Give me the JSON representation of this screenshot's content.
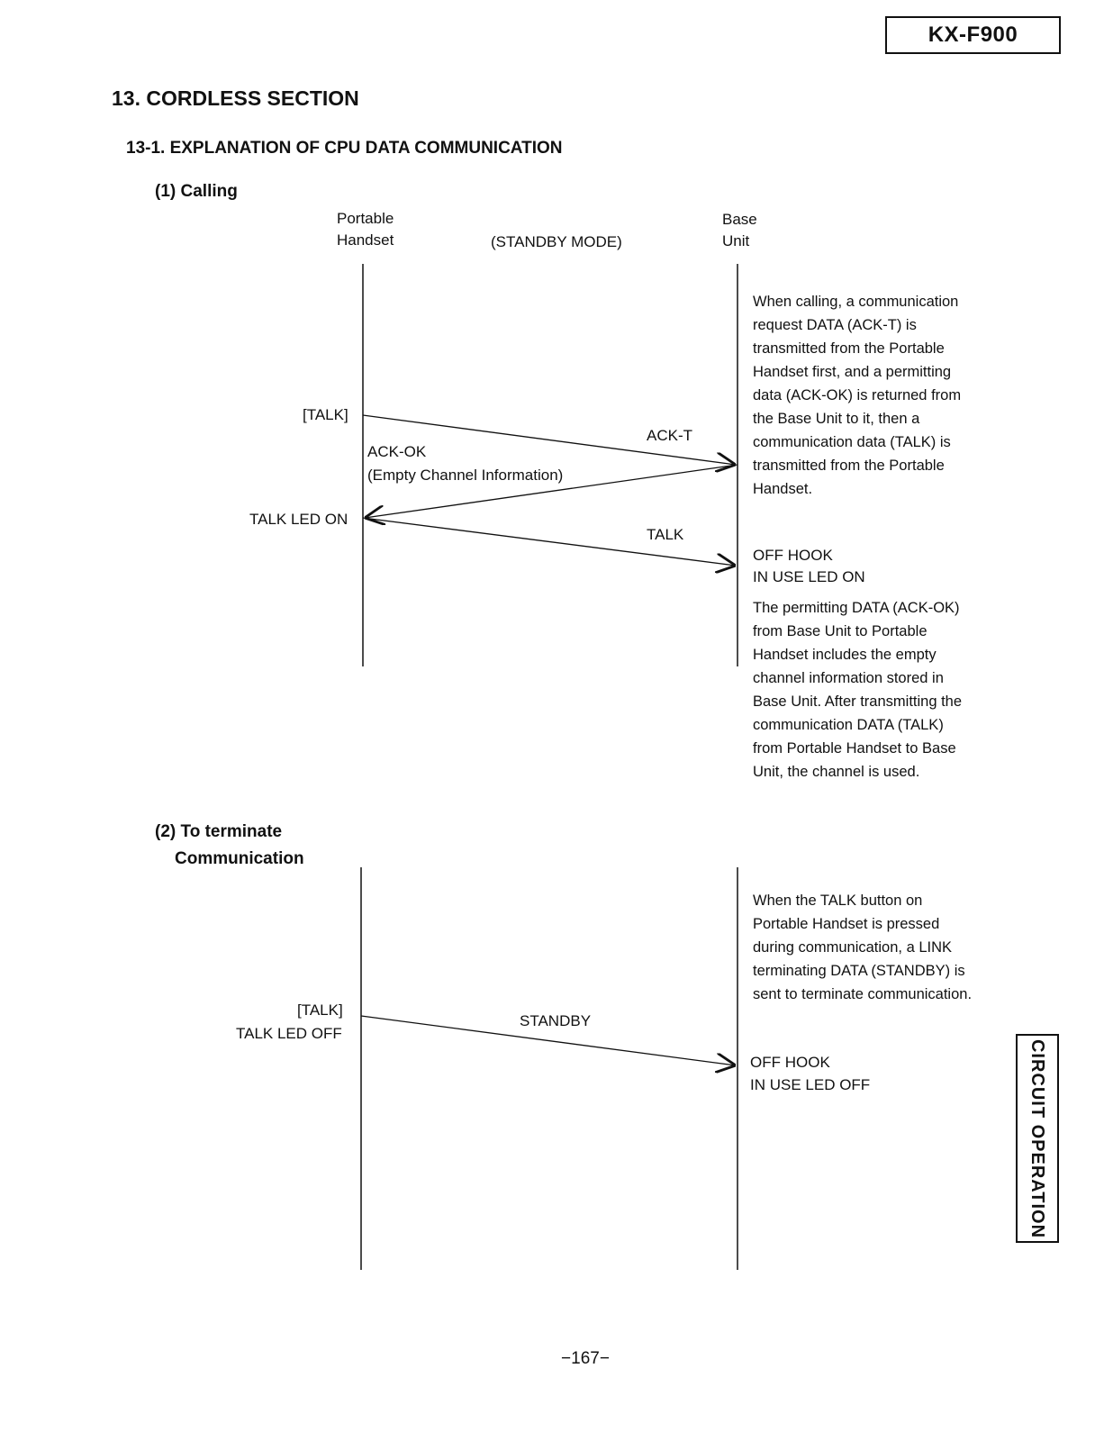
{
  "header": {
    "model": "KX-F900"
  },
  "section_title": "13. CORDLESS SECTION",
  "subsection_title": "13-1. EXPLANATION OF CPU DATA COMMUNICATION",
  "calling": {
    "heading": "(1) Calling",
    "handset_label_1": "Portable",
    "handset_label_2": "Handset",
    "mode_label": "(STANDBY MODE)",
    "base_label_1": "Base",
    "base_label_2": "Unit",
    "talk_key": "[TALK]",
    "ack_t": "ACK-T",
    "ack_ok": "ACK-OK",
    "empty_channel": "(Empty Channel Information)",
    "talk_led_on": "TALK LED ON",
    "talk": "TALK",
    "off_hook": "OFF HOOK",
    "in_use_led_on": "IN USE LED ON",
    "description_lines": [
      "When calling, a communication",
      "request DATA (ACK-T) is",
      "transmitted from the Portable",
      "Handset first, and a permitting",
      "data (ACK-OK) is returned from",
      "the Base Unit to it, then a",
      "communication data (TALK) is",
      "transmitted from the Portable",
      "Handset."
    ],
    "note_lines": [
      "The permitting DATA (ACK-OK)",
      "from Base Unit to Portable",
      "Handset includes the empty",
      "channel information stored in",
      "Base Unit.  After transmitting the",
      "communication DATA (TALK)",
      "from Portable Handset to Base",
      "Unit, the channel is used."
    ]
  },
  "terminate": {
    "heading_1": "(2) To terminate",
    "heading_2": "Communication",
    "talk_key": "[TALK]",
    "talk_led_off": "TALK LED OFF",
    "standby": "STANDBY",
    "off_hook": "OFF HOOK",
    "in_use_led_off": "IN USE LED OFF",
    "description_lines": [
      "When the TALK button on",
      "Portable Handset is pressed",
      "during communication, a LINK",
      "terminating DATA (STANDBY) is",
      "sent to terminate communication."
    ]
  },
  "side_tab": "CIRCUIT OPERATION",
  "page_number": "−167−"
}
